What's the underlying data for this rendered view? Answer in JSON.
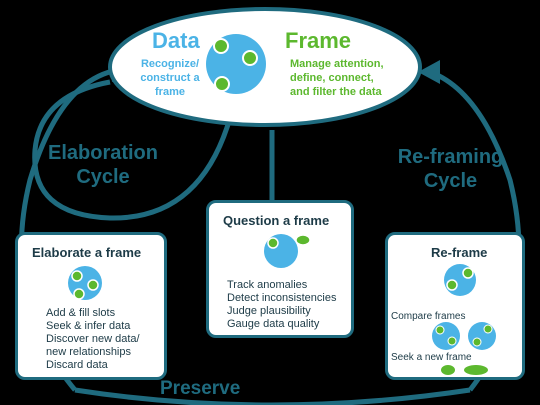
{
  "top": {
    "data_label": "Data",
    "frame_label": "Frame",
    "left_text": [
      "Recognize/",
      "construct a",
      "frame"
    ],
    "right_text": [
      "Manage attention,",
      "define, connect,",
      "and filter the data"
    ]
  },
  "cycles": {
    "left": [
      "Elaboration",
      "Cycle"
    ],
    "right": [
      "Re-framing",
      "Cycle"
    ],
    "bottom": "Preserve"
  },
  "elaborate": {
    "title": "Elaborate a frame",
    "items": [
      "Add & fill slots",
      "Seek & infer data",
      "Discover new data/",
      "new relationships",
      "Discard data"
    ]
  },
  "question": {
    "title": "Question a frame",
    "items": [
      "Track anomalies",
      "Detect inconsistencies",
      "Judge plausibility",
      "Gauge data quality"
    ]
  },
  "reframe": {
    "title": "Re-frame",
    "items": [
      "Compare frames",
      "Seek a new frame"
    ]
  },
  "colors": {
    "teal": "#1f6b7f",
    "blue": "#4bb3e6",
    "green": "#5cb82e",
    "dark_text": "#1d3b47"
  }
}
